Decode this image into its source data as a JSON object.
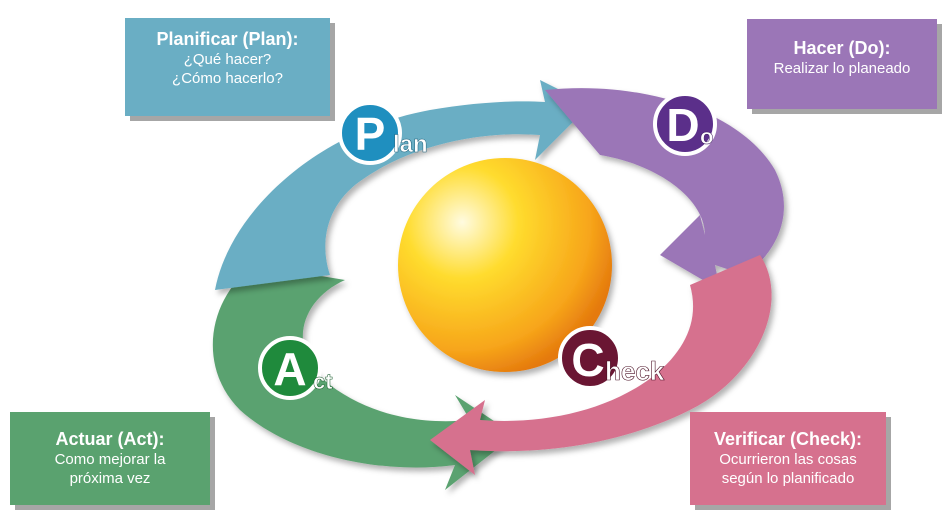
{
  "plan_box": {
    "title": "Planificar (Plan):",
    "line1": "¿Qué hacer?",
    "line2": "¿Cómo hacerlo?"
  },
  "do_box": {
    "title": "Hacer (Do):",
    "line1": "Realizar lo planeado"
  },
  "act_box": {
    "title": "Actuar (Act):",
    "line1": "Como mejorar la",
    "line2": "próxima vez"
  },
  "check_box": {
    "title": "Verificar (Check):",
    "line1": "Ocurrieron las cosas",
    "line2": "según lo planificado"
  },
  "badges": {
    "plan": {
      "letter": "P",
      "rest": "lan"
    },
    "do": {
      "letter": "D",
      "rest": "o"
    },
    "check": {
      "letter": "C",
      "rest": "heck"
    },
    "act": {
      "letter": "A",
      "rest": "ct"
    }
  },
  "colors": {
    "plan": "#6aaec4",
    "do": "#9b76b7",
    "check": "#d6718e",
    "act": "#5aa26f",
    "plan_badge": "#1f8fbf",
    "do_badge": "#5b2f8a",
    "check_badge": "#6a1633",
    "act_badge": "#1f8a3c",
    "sphere_light": "#fff9c4",
    "sphere_mid": "#ffd21f",
    "sphere_dark": "#f08a10"
  }
}
